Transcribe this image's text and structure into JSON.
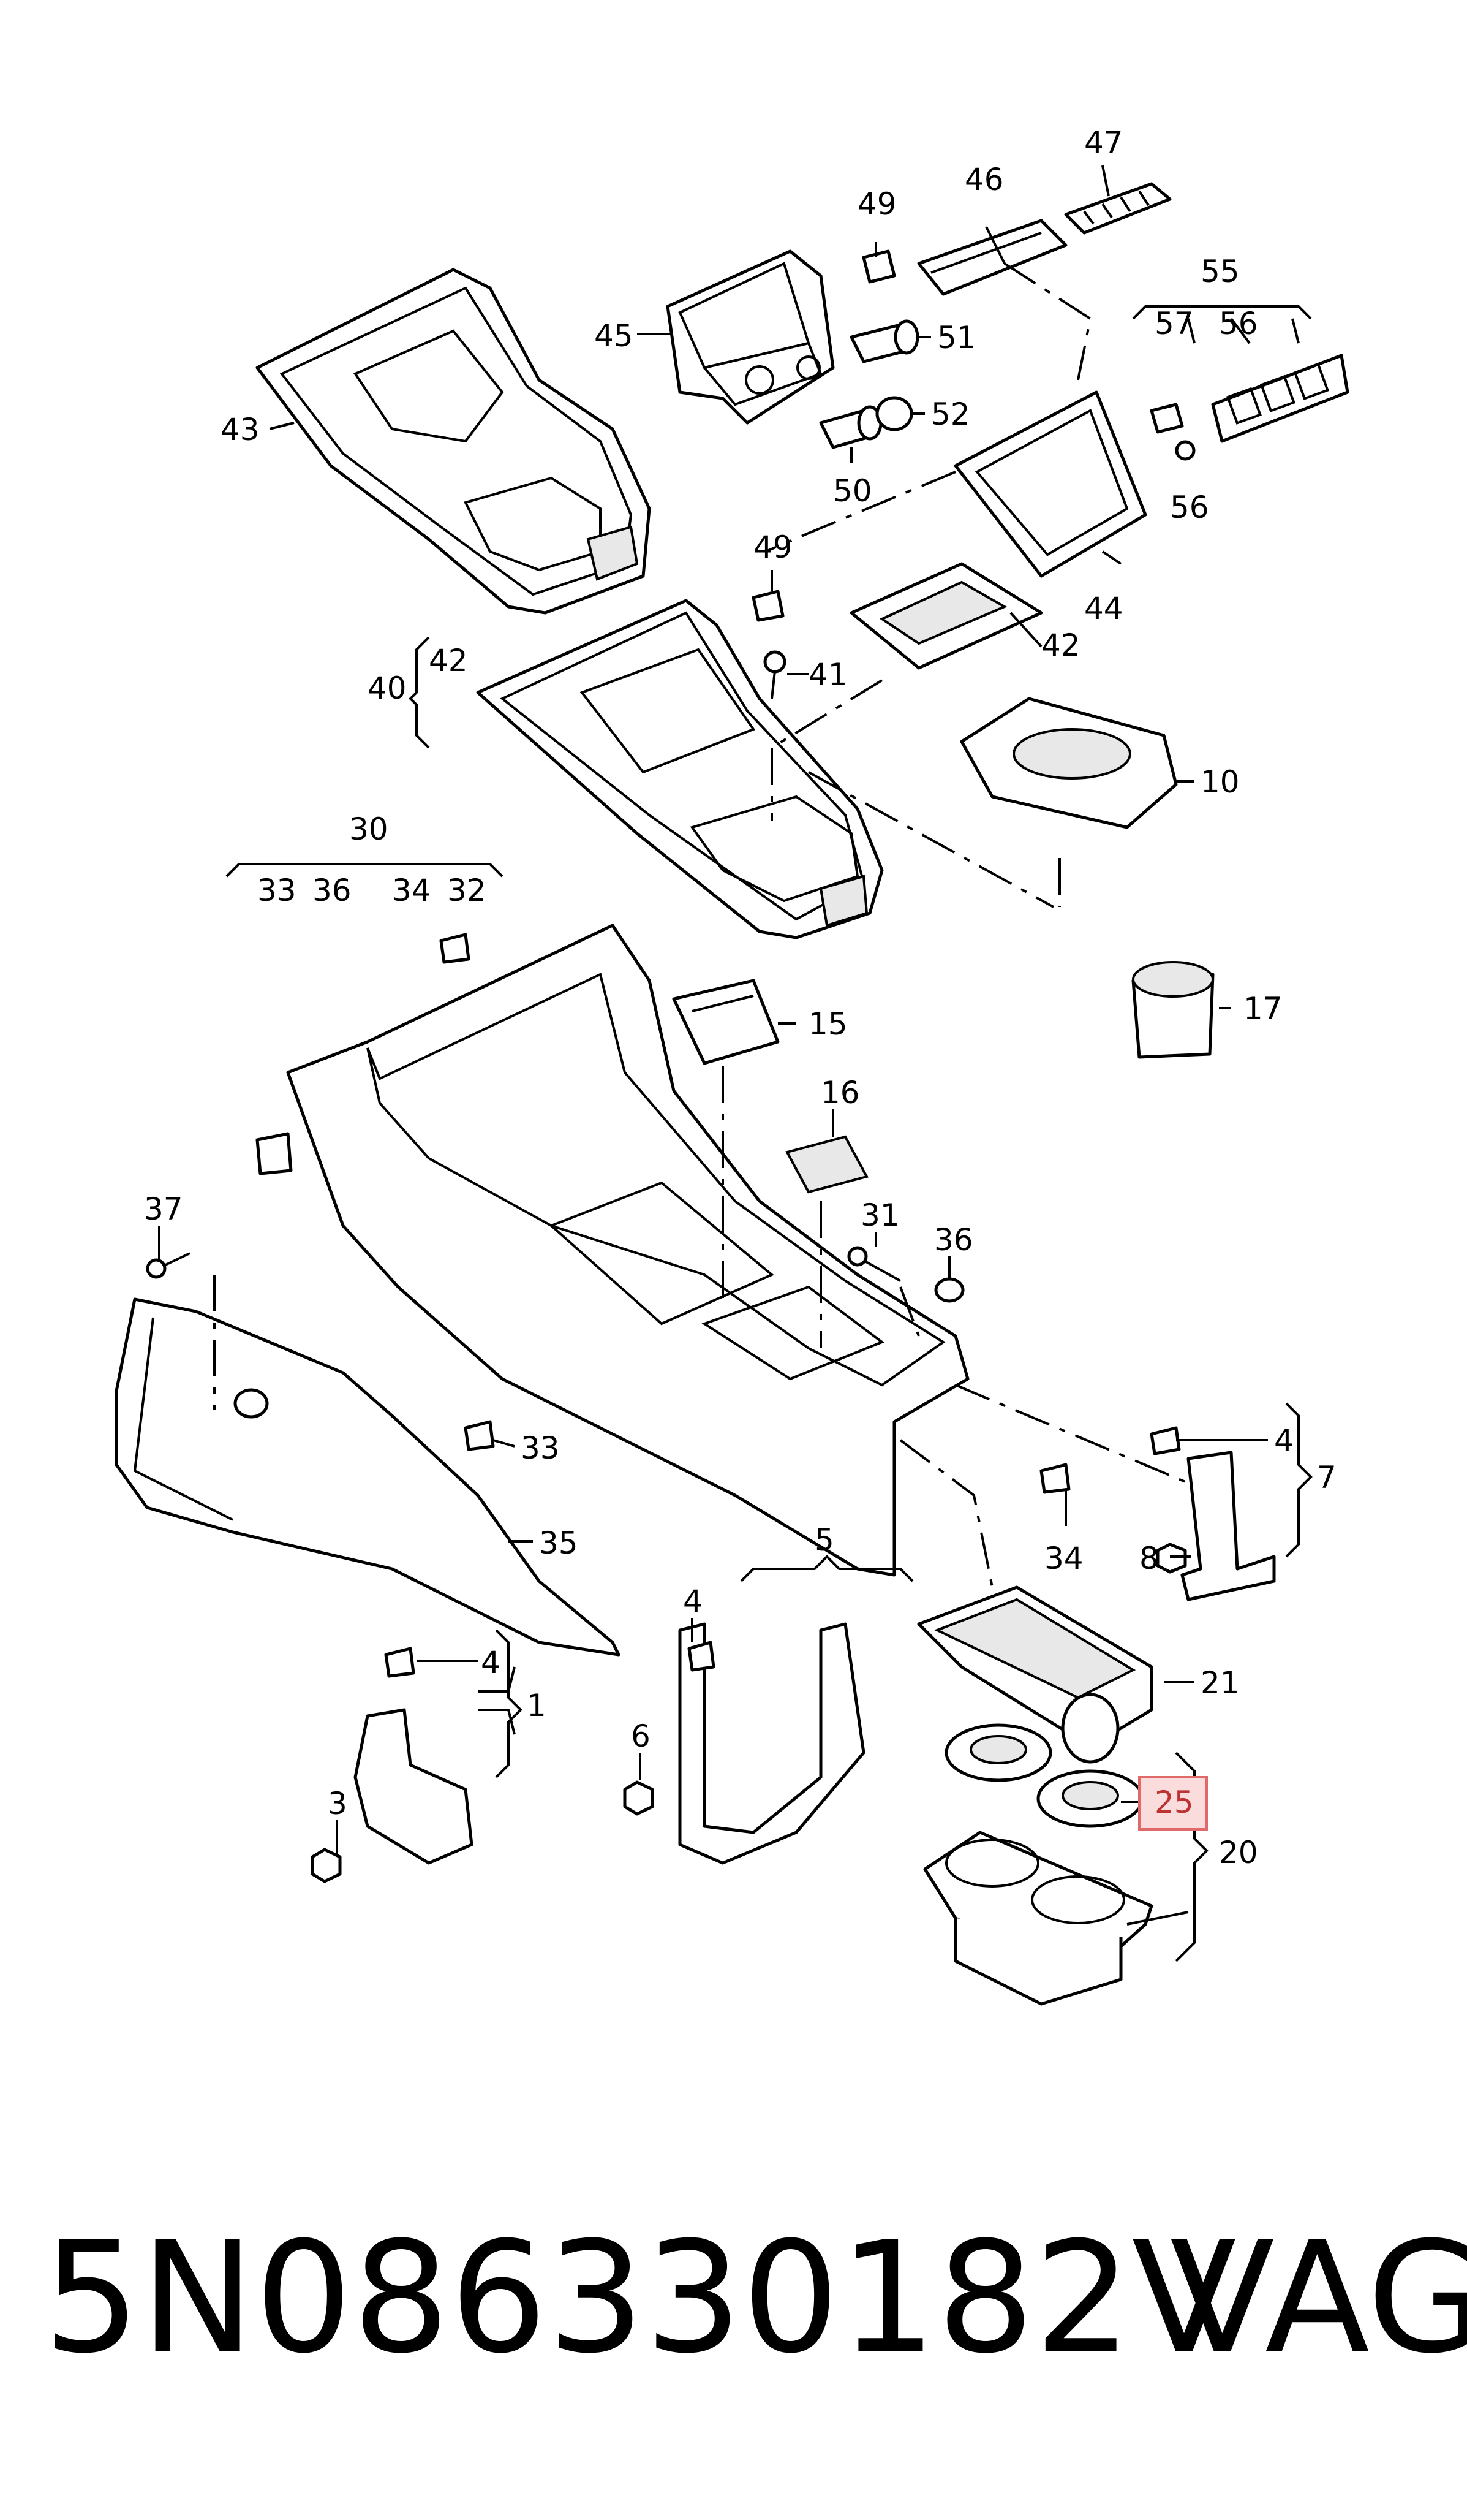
{
  "callouts": [
    {
      "id": "43",
      "label": "43"
    },
    {
      "id": "45",
      "label": "45"
    },
    {
      "id": "46",
      "label": "46"
    },
    {
      "id": "47",
      "label": "47"
    },
    {
      "id": "49a",
      "label": "49"
    },
    {
      "id": "51",
      "label": "51"
    },
    {
      "id": "52",
      "label": "52"
    },
    {
      "id": "50",
      "label": "50"
    },
    {
      "id": "55",
      "label": "55"
    },
    {
      "id": "57",
      "label": "57"
    },
    {
      "id": "56a",
      "label": "56"
    },
    {
      "id": "56b",
      "label": "56"
    },
    {
      "id": "44",
      "label": "44"
    },
    {
      "id": "49b",
      "label": "49"
    },
    {
      "id": "42a",
      "label": "42"
    },
    {
      "id": "42b",
      "label": "42"
    },
    {
      "id": "40",
      "label": "40"
    },
    {
      "id": "41",
      "label": "41"
    },
    {
      "id": "10",
      "label": "10"
    },
    {
      "id": "30",
      "label": "30"
    },
    {
      "id": "33a",
      "label": "33"
    },
    {
      "id": "36a",
      "label": "36"
    },
    {
      "id": "34a",
      "label": "34"
    },
    {
      "id": "32",
      "label": "32"
    },
    {
      "id": "17",
      "label": "17"
    },
    {
      "id": "15",
      "label": "15"
    },
    {
      "id": "16",
      "label": "16"
    },
    {
      "id": "31",
      "label": "31"
    },
    {
      "id": "36b",
      "label": "36"
    },
    {
      "id": "37",
      "label": "37"
    },
    {
      "id": "33b",
      "label": "33"
    },
    {
      "id": "35",
      "label": "35"
    },
    {
      "id": "4a",
      "label": "4"
    },
    {
      "id": "7",
      "label": "7"
    },
    {
      "id": "8",
      "label": "8"
    },
    {
      "id": "34b",
      "label": "34"
    },
    {
      "id": "5",
      "label": "5"
    },
    {
      "id": "4b",
      "label": "4"
    },
    {
      "id": "4c",
      "label": "4"
    },
    {
      "id": "1",
      "label": "1"
    },
    {
      "id": "6",
      "label": "6"
    },
    {
      "id": "3",
      "label": "3"
    },
    {
      "id": "21",
      "label": "21"
    },
    {
      "id": "25",
      "label": "25"
    },
    {
      "id": "20",
      "label": "20"
    }
  ],
  "highlight": {
    "callout": "25",
    "color": "#e06a6a"
  },
  "footer": {
    "part_number": "5N086330182V",
    "brand": "VAG"
  }
}
